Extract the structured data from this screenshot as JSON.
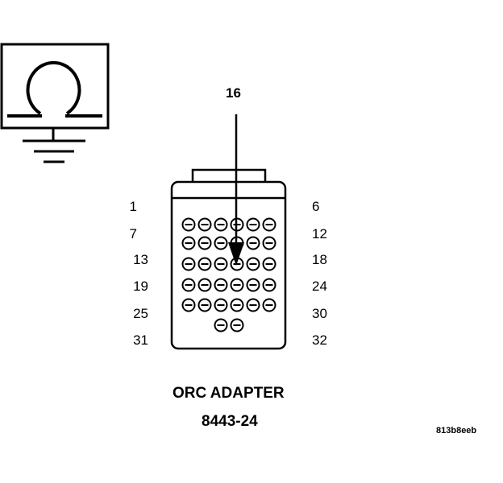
{
  "pin_callout": "16",
  "pin_labels": {
    "left": [
      "1",
      "7",
      "13",
      "19",
      "25",
      "31"
    ],
    "right": [
      "6",
      "12",
      "18",
      "24",
      "30",
      "32"
    ]
  },
  "adapter_name": "ORC ADAPTER",
  "adapter_part_number": "8443-24",
  "figure_code": "813b8eeb",
  "icons": {
    "meter": "ohmmeter-icon",
    "ground": "ground-icon",
    "connector": "connector-face-icon"
  },
  "colors": {
    "ink": "#000000",
    "background": "#ffffff"
  }
}
